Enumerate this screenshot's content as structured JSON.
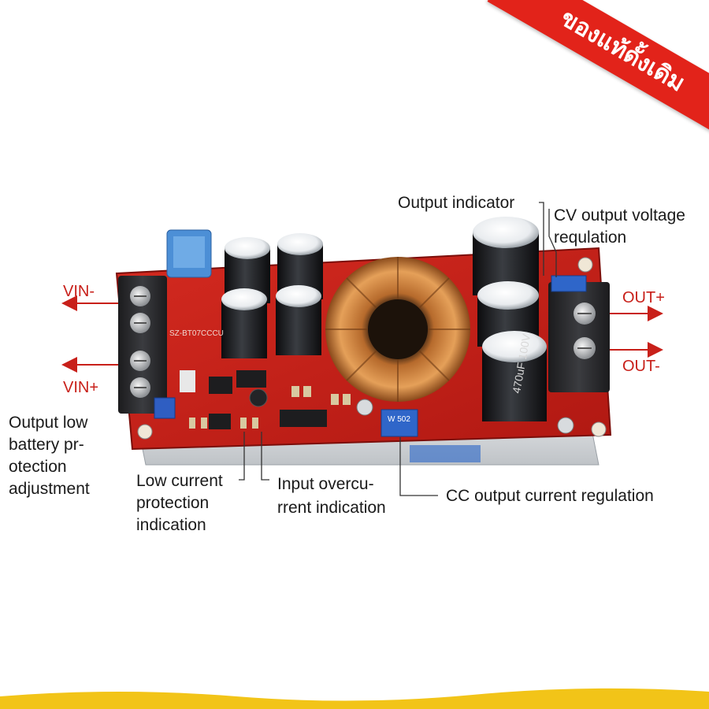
{
  "badge": {
    "text": "ของแท้ดั้งเดิม",
    "color": "#e2231a"
  },
  "board": {
    "silk_main": "SZ-BT07CCCU",
    "pot_label": "W 502",
    "cap_label": "470uF 100V",
    "pcb_color": "#c8201a"
  },
  "terminals": {
    "vin_minus": "VIN-",
    "vin_plus": "VIN+",
    "out_plus": "OUT+",
    "out_minus": "OUT-"
  },
  "annotations": {
    "output_indicator": "Output indicator",
    "cv_line1": "CV output voltage",
    "cv_line2": "requlation",
    "low_batt_line1": "Output low",
    "low_batt_line2": "battery pr-",
    "low_batt_line3": "otection",
    "low_batt_line4": "adjustment",
    "low_current_line1": "Low current",
    "low_current_line2": "protection",
    "low_current_line3": "indication",
    "input_oc_line1": "Input overcu-",
    "input_oc_line2": "rrent indication",
    "cc_output": "CC output current regulation"
  },
  "colors": {
    "arrow": "#c8201a",
    "footer": "#f2c418"
  }
}
